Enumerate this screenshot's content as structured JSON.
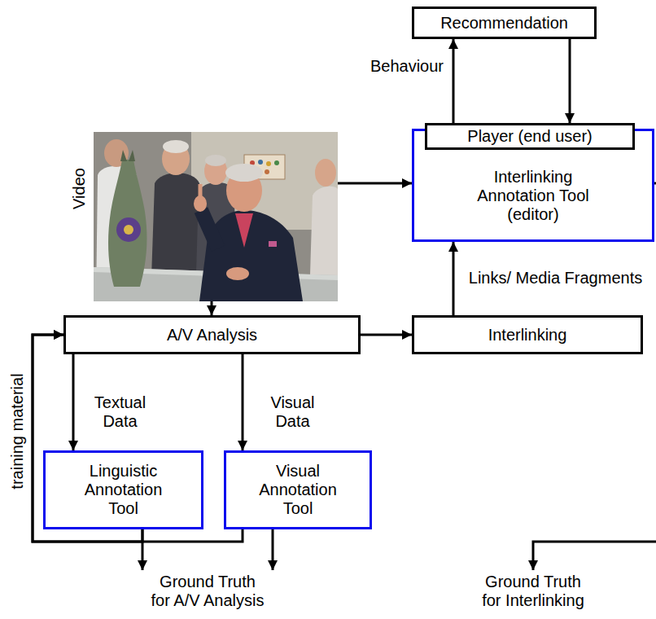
{
  "diagram": {
    "nodes": [
      {
        "text": [
          "Recommendation"
        ]
      },
      {
        "text": [
          "Interlinking Annotation Tool (editor)"
        ]
      },
      {
        "text": [
          "Player (end user)"
        ],
        "in": 1
      },
      {
        "text": [
          "A/V Analysis"
        ]
      },
      {
        "text": [
          "Interlinking"
        ]
      },
      {
        "text": [
          "Linguistic Annotation Tool"
        ]
      },
      {
        "text": [
          "Visual Annotation Tool"
        ]
      }
    ],
    "edges": [
      {
        "from": 2,
        "to": 0,
        "label": "Behaviour",
        "arrow": "to"
      },
      {
        "from": 0,
        "to": 2,
        "arrow": "to"
      },
      {
        "from": 4,
        "to": 1,
        "label": "Links/ Media Fragments",
        "arrow": "to"
      },
      {
        "from": 3,
        "to": 4,
        "arrow": "to"
      },
      {
        "from": 3,
        "to": 5,
        "label": "Textual Data",
        "arrow": "to"
      },
      {
        "from": 3,
        "to": 6,
        "label": "Visual Data",
        "arrow": "to"
      },
      {
        "from": 5,
        "to": 3,
        "label": "training material",
        "arrow": "to"
      },
      {
        "from": 6,
        "to": 3,
        "arrow": "to"
      }
    ],
    "labels": [
      "Video",
      "Ground Truth for A/V Analysis",
      "Ground Truth for Interlinking"
    ]
  }
}
